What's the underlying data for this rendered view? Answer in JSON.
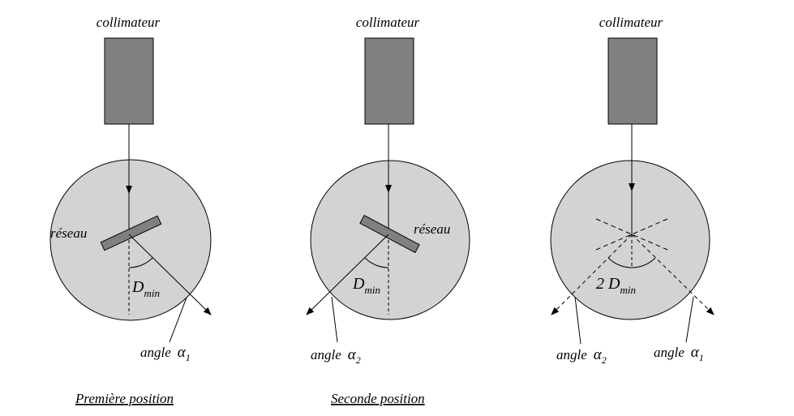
{
  "panels": [
    {
      "collimator_label": "collimateur",
      "grating_label": "réseau",
      "deviation": {
        "main": "D",
        "sub": "min"
      },
      "angle_labels": [
        {
          "text": "angle",
          "symbol": "α",
          "sub": "1"
        }
      ],
      "caption": "Première position"
    },
    {
      "collimator_label": "collimateur",
      "grating_label": "réseau",
      "deviation": {
        "main": "D",
        "sub": "min"
      },
      "angle_labels": [
        {
          "text": "angle",
          "symbol": "α",
          "sub": "2"
        }
      ],
      "caption": "Seconde position"
    },
    {
      "collimator_label": "collimateur",
      "deviation": {
        "main": "2 D",
        "sub": "min"
      },
      "angle_labels": [
        {
          "text": "angle",
          "symbol": "α",
          "sub": "2"
        },
        {
          "text": "angle",
          "symbol": "α",
          "sub": "1"
        }
      ]
    }
  ],
  "colors": {
    "collimator": "#808080",
    "table": "#d3d3d3",
    "line": "#000000"
  }
}
